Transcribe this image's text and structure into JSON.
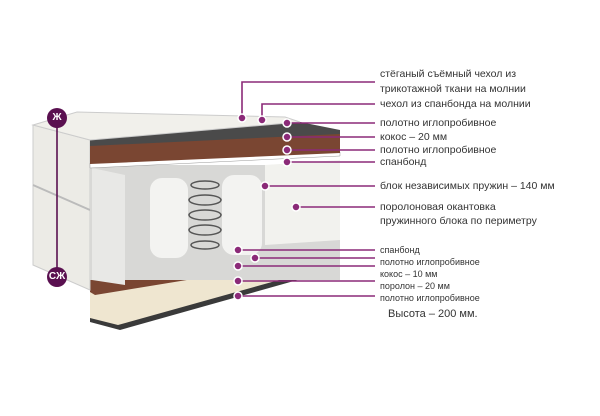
{
  "colors": {
    "accent": "#8b2a78",
    "badge": "#5a1050"
  },
  "badges": {
    "top": "Ж",
    "bottom": "СЖ"
  },
  "labels": [
    "стёганый съёмный чехол из",
    "трикотажной ткани на молнии",
    "чехол из спанбонда на молнии",
    "полотно иглопробивное",
    "кокос – 20 мм",
    "полотно иглопробивное",
    "спанбонд",
    "блок независимых пружин – 140 мм",
    "поролоновая окантовка",
    "пружинного блока по периметру",
    "спанбонд",
    "полотно иглопробивное",
    "кокос – 10 мм",
    "поролон – 20 мм",
    "полотно иглопробивное"
  ],
  "height_note": "Высота – 200 мм."
}
